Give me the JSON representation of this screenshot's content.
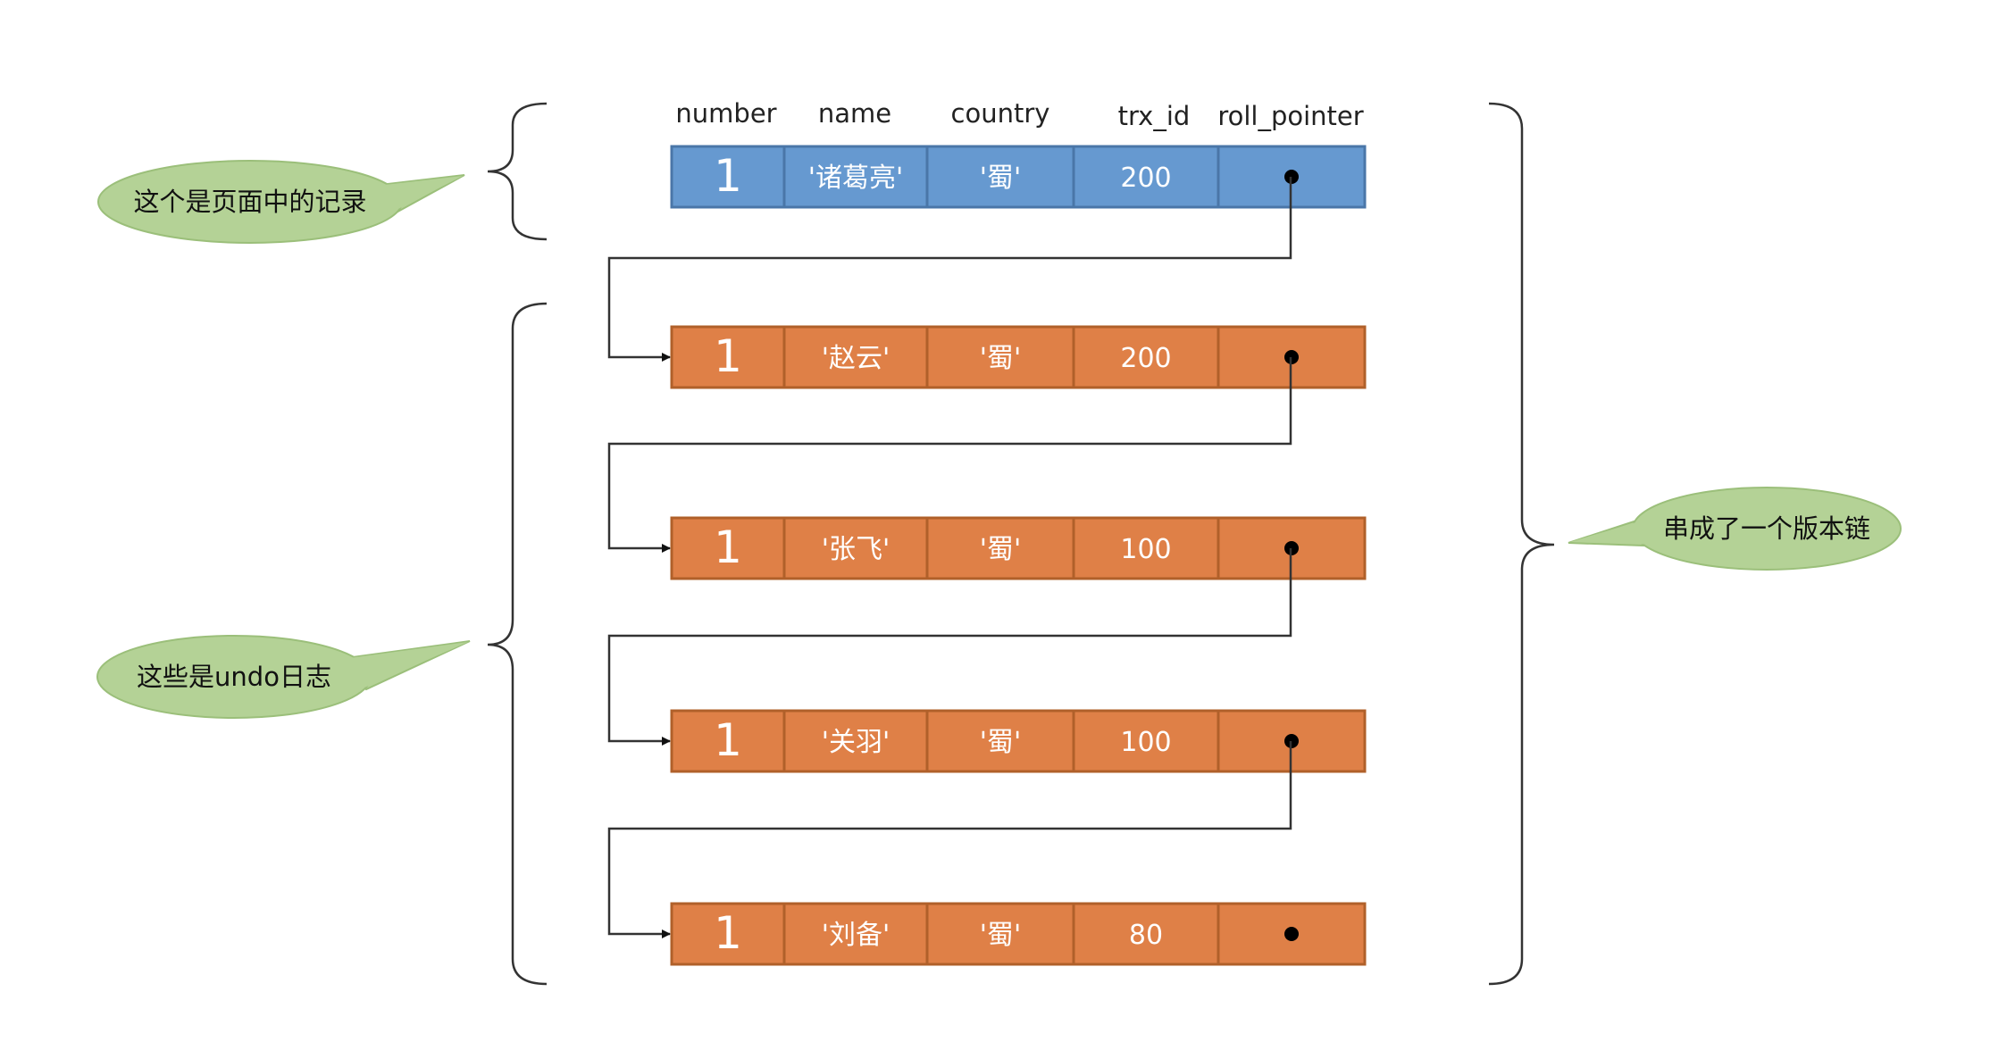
{
  "column_headers": [
    "number",
    "name",
    "country",
    "trx_id",
    "roll_pointer"
  ],
  "page_record": {
    "number": "1",
    "name": "'诸葛亮'",
    "country": "'蜀'",
    "trx_id": "200"
  },
  "undo_records": [
    {
      "number": "1",
      "name": "'赵云'",
      "country": "'蜀'",
      "trx_id": "200"
    },
    {
      "number": "1",
      "name": "'张飞'",
      "country": "'蜀'",
      "trx_id": "100"
    },
    {
      "number": "1",
      "name": "'关羽'",
      "country": "'蜀'",
      "trx_id": "100"
    },
    {
      "number": "1",
      "name": "'刘备'",
      "country": "'蜀'",
      "trx_id": "80"
    }
  ],
  "callouts": {
    "page_record": "这个是页面中的记录",
    "undo_log": "这些是undo日志",
    "version_chain": "串成了一个版本链"
  },
  "colors": {
    "page_record_fill": "#6699d0",
    "page_record_stroke": "#4a76a8",
    "undo_fill": "#df8047",
    "undo_stroke": "#b0602a",
    "callout_fill": "#b4d296",
    "callout_stroke": "#9bbf7a",
    "line": "#333333"
  }
}
